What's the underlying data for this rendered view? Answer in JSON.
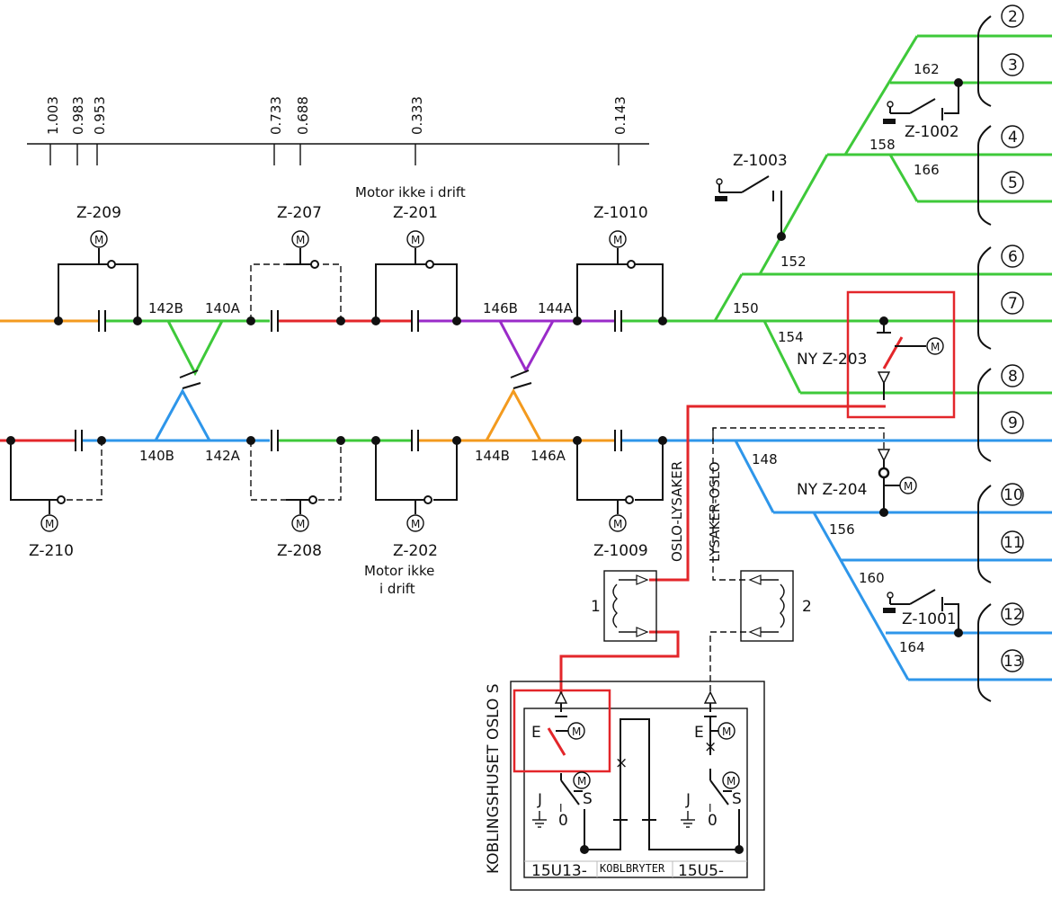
{
  "km_scale": {
    "ticks": [
      "1.003",
      "0.983",
      "0.953",
      "0.733",
      "0.688",
      "0.333",
      "0.143"
    ]
  },
  "switch_labels": {
    "z209": "Z-209",
    "z207": "Z-207",
    "z201": "Z-201",
    "z1010": "Z-1010",
    "z210": "Z-210",
    "z208": "Z-208",
    "z202": "Z-202",
    "z1009": "Z-1009",
    "z1003": "Z-1003",
    "z1002": "Z-1002",
    "z1001": "Z-1001",
    "z203": "NY Z-203",
    "z204": "NY Z-204"
  },
  "notes": {
    "motor_top": "Motor ikke i drift",
    "motor_bottom_1": "Motor ikke",
    "motor_bottom_2": "i drift"
  },
  "section_labels": {
    "s142b": "142B",
    "s140a": "140A",
    "s146b": "146B",
    "s144a": "144A",
    "s140b": "140B",
    "s142a": "142A",
    "s144b": "144B",
    "s146a": "146A",
    "s150": "150",
    "s152": "152",
    "s154": "154",
    "s158": "158",
    "s162": "162",
    "s166": "166",
    "s148": "148",
    "s156": "156",
    "s160": "160",
    "s164": "164"
  },
  "track_numbers": [
    "2",
    "3",
    "4",
    "5",
    "6",
    "7",
    "8",
    "9",
    "10",
    "11",
    "12",
    "13"
  ],
  "cables": {
    "oslo_lysaker": "OSLO-LYSAKER",
    "lysaker_oslo": "LYSAKER-OSLO",
    "relay_1": "1",
    "relay_2": "2"
  },
  "control_house": {
    "title": "KOBLINGSHUSET OSLO S",
    "unit_left": "15U13-",
    "unit_mid": "KOBLBRYTER",
    "unit_right": "15U5-",
    "e": "E",
    "j": "J",
    "s": "S",
    "zero": "0",
    "one": "I",
    "m": "M"
  },
  "colors": {
    "green": "#3ec93a",
    "blue": "#2e96ea",
    "orange": "#f39a1e",
    "red": "#e3262a",
    "purple": "#9a2bc9"
  }
}
